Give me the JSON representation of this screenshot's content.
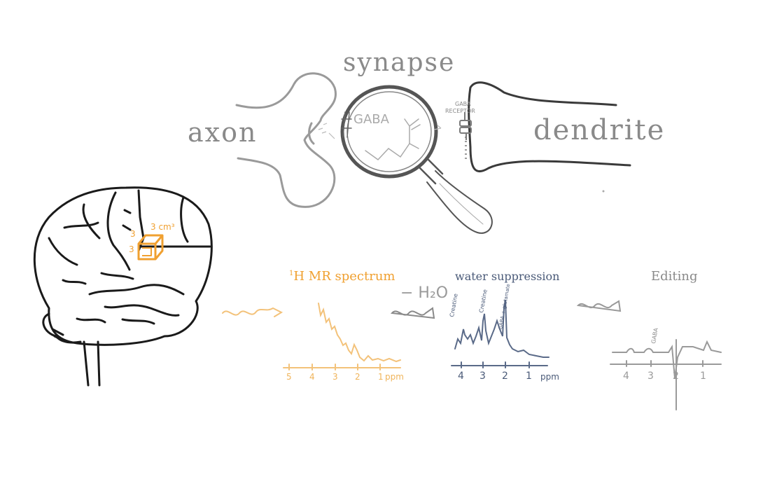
{
  "labels": {
    "synapse": "synapse",
    "axon": "axon",
    "dendrite": "dendrite",
    "gaba": "GABA",
    "gaba_receptor_1": "GABA",
    "gaba_receptor_2": "RECEPTOR",
    "cube_volume": "3 cm³",
    "cube_side_1": "3",
    "cube_side_2": "3",
    "water": "− H₂O"
  },
  "panels": {
    "mr_spectrum": {
      "title_sup": "1",
      "title": "H MR spectrum",
      "ticks": [
        "5",
        "4",
        "3",
        "2",
        "1"
      ],
      "unit": "ppm",
      "color": "#f0b45a"
    },
    "water_suppression": {
      "title": "water suppression",
      "ticks": [
        "4",
        "3",
        "2",
        "1"
      ],
      "unit": "ppm",
      "peaks": [
        "Creatine",
        "Creatine",
        "GABA + glutamate"
      ],
      "color": "#4a5a78"
    },
    "editing": {
      "title": "Editing",
      "ticks": [
        "4",
        "3",
        "2",
        "1"
      ],
      "peaks": [
        "GABA"
      ],
      "color": "#8a8a8a"
    }
  },
  "colors": {
    "accent_orange": "#f0a030",
    "ink_dark": "#1a1a1a",
    "ink_grey": "#8a8a8a",
    "ink_blue": "#4a5a78"
  }
}
